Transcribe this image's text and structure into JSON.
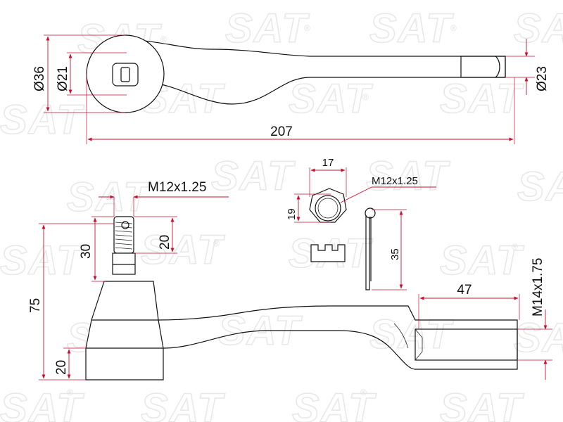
{
  "watermark": {
    "text": "SAT",
    "mark": "®"
  },
  "dimensions": {
    "top_outer_diameter": "Ø36",
    "top_inner_diameter": "Ø21",
    "end_diameter": "Ø23",
    "overall_length": "207",
    "stud_thread": "M12x1.25",
    "stud_length": "30",
    "stud_thread_length": "20",
    "total_height": "75",
    "body_height": "20",
    "nut_width": "17",
    "nut_height": "19",
    "nut_thread": "M12x1.25",
    "pin_length": "35",
    "inner_thread_depth": "47",
    "inner_thread": "M14x1.75"
  }
}
